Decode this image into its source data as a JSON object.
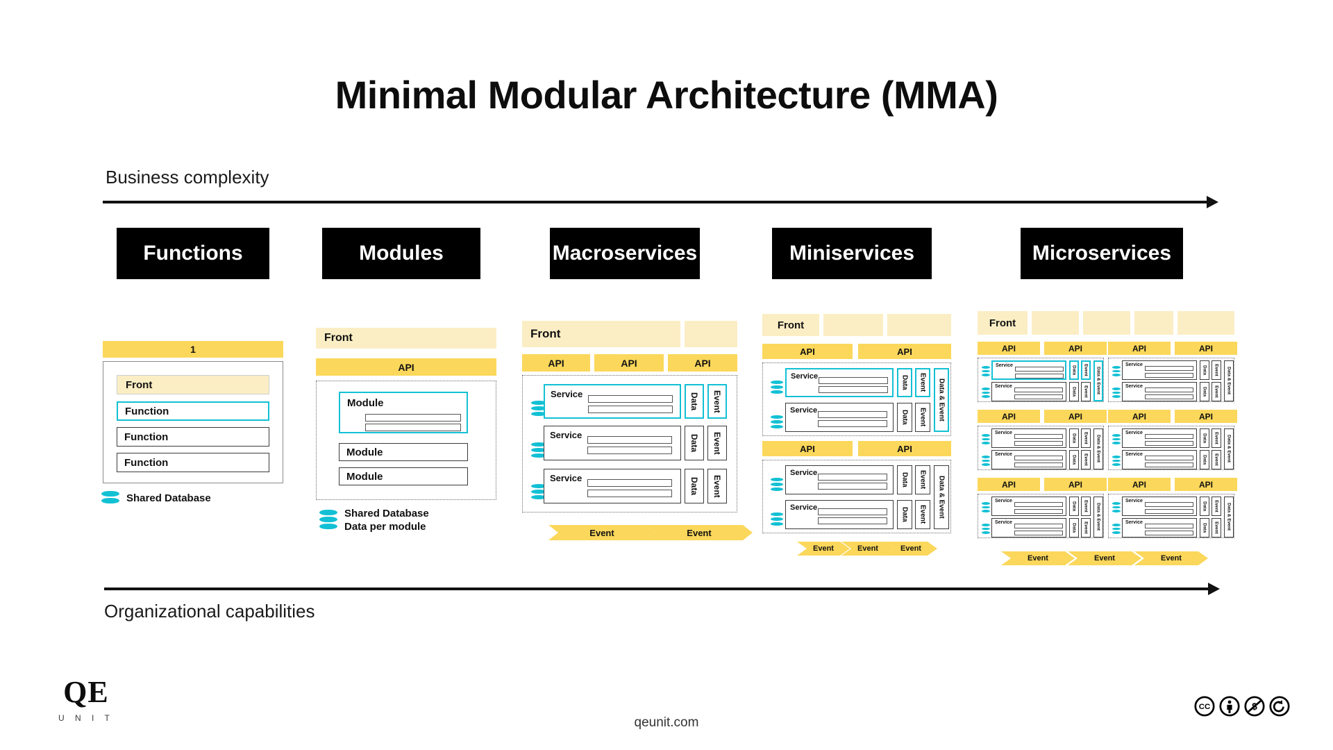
{
  "title": "Minimal Modular Architecture (MMA)",
  "axes": {
    "top_label": "Business complexity",
    "bottom_label": "Organizational capabilities"
  },
  "labels": {
    "api": "API",
    "front": "Front",
    "function": "Function",
    "module": "Module",
    "service": "Service",
    "data": "Data",
    "event": "Event",
    "data_event": "Data & Event",
    "shared_database": "Shared Database",
    "data_per_module": "Data per module"
  },
  "colors": {
    "api": "#fbd75b",
    "front": "#fbeec4",
    "highlight": "#12c0d4",
    "header_bg": "#000000",
    "header_fg": "#ffffff",
    "event": "#fbd75b"
  },
  "columns": [
    {
      "id": "functions",
      "header": "Functions",
      "api_count": 1,
      "front_count": 1,
      "units": [
        "Front",
        "Function",
        "Function",
        "Function"
      ],
      "highlighted_unit_index": 1,
      "legend": [
        "Shared Database"
      ],
      "events": []
    },
    {
      "id": "modules",
      "header": "Modules",
      "api_count": 1,
      "front_count": 1,
      "units": [
        "Module",
        "Module",
        "Module"
      ],
      "highlighted_unit_index": 0,
      "legend": [
        "Shared Database",
        "Data per module"
      ],
      "events": []
    },
    {
      "id": "macroservices",
      "header": "Macroservices",
      "api_count": 3,
      "front_count": 2,
      "services": [
        {
          "name": "Service",
          "side_blocks": [
            "Data",
            "Event"
          ],
          "highlighted": true
        },
        {
          "name": "Service",
          "side_blocks": [
            "Data",
            "Event"
          ],
          "highlighted": false
        },
        {
          "name": "Service",
          "side_blocks": [
            "Data",
            "Event"
          ],
          "highlighted": false
        }
      ],
      "events": [
        "Event",
        "Event"
      ]
    },
    {
      "id": "miniservices",
      "header": "Miniservices",
      "api_count": 2,
      "front_count": 3,
      "groups": [
        {
          "services": [
            {
              "name": "Service",
              "side_blocks": [
                "Data",
                "Event"
              ],
              "highlighted": true
            },
            {
              "name": "Service",
              "side_blocks": [
                "Data",
                "Event"
              ],
              "highlighted": false
            }
          ],
          "span_block": "Data & Event",
          "span_highlighted": true
        },
        {
          "services": [
            {
              "name": "Service",
              "side_blocks": [
                "Data",
                "Event"
              ],
              "highlighted": false
            },
            {
              "name": "Service",
              "side_blocks": [
                "Data",
                "Event"
              ],
              "highlighted": false
            }
          ],
          "span_block": "Data & Event",
          "span_highlighted": false
        }
      ],
      "events": [
        "Event",
        "Event",
        "Event"
      ]
    },
    {
      "id": "microservices",
      "header": "Microservices",
      "api_count": 4,
      "front_count": 5,
      "grid_rows": 3,
      "grid_cols": 2,
      "cell": {
        "services": [
          {
            "name": "Service",
            "side_blocks": [
              "Data",
              "Event"
            ]
          },
          {
            "name": "Service",
            "side_blocks": [
              "Data",
              "Event"
            ]
          }
        ],
        "span_block": "Data & Event"
      },
      "highlighted_cell": {
        "row": 0,
        "col": 0
      },
      "events": [
        "Event",
        "Event",
        "Event"
      ]
    }
  ],
  "footer": {
    "logo_main": "QE",
    "logo_sub": "U N I T",
    "site": "qeunit.com",
    "license_icons": [
      "cc-icon",
      "by-icon",
      "nc-icon",
      "sa-icon"
    ]
  }
}
